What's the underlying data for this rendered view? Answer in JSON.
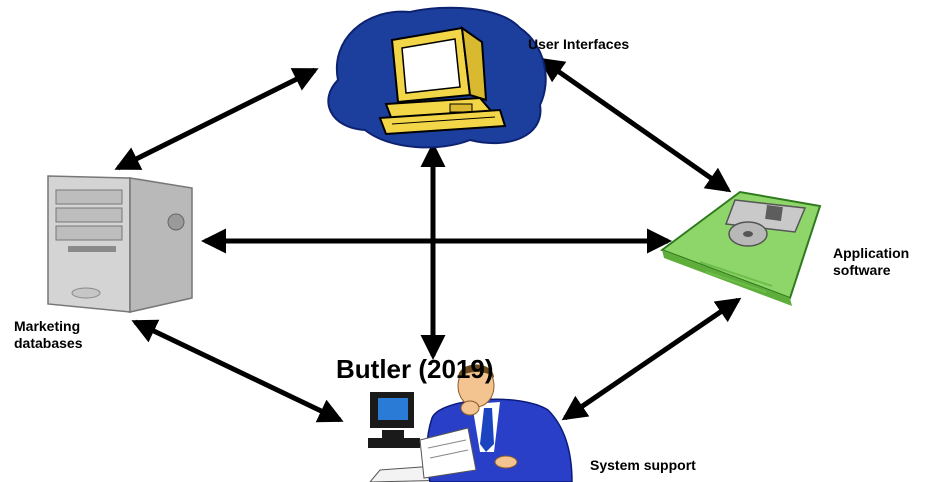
{
  "nodes": {
    "user_interfaces": {
      "label": "User Interfaces",
      "icon": "computer-monitor-icon"
    },
    "application_software": {
      "label_line1": "Application",
      "label_line2": "software",
      "icon": "floppy-disk-icon"
    },
    "marketing_databases": {
      "label_line1": "Marketing",
      "label_line2": "databases",
      "icon": "server-tower-icon"
    },
    "system_support": {
      "label": "System support",
      "icon": "businessman-at-computer-icon"
    }
  },
  "citation": "Butler (2019)",
  "colors": {
    "blob_blue": "#1c3f9e",
    "monitor_yellow": "#f2d648",
    "floppy_green": "#8fd66a",
    "tower_gray": "#d4d4d4",
    "suit_blue": "#2a3fc8",
    "arrow": "#000000"
  }
}
